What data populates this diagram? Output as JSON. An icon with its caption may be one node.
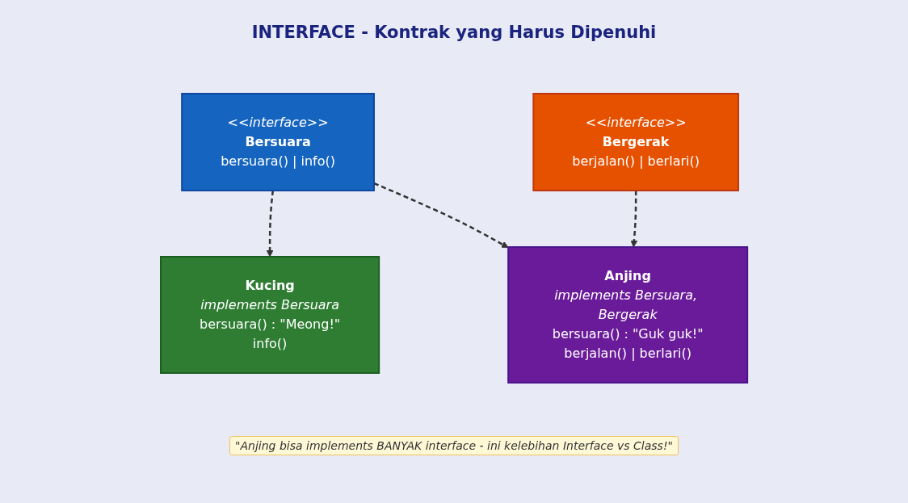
{
  "diagram": {
    "title": "INTERFACE - Kontrak yang Harus Dipenuhi",
    "nodes": [
      {
        "text": [
          "<<interface>>",
          "Bersuara",
          "bersuara() | info()"
        ]
      },
      {
        "text": [
          "<<interface>>",
          "Bergerak",
          "berjalan() | berlari()"
        ]
      },
      {
        "text": [
          "Kucing",
          "implements Bersuara",
          "bersuara() : \"Meong!\"",
          "info()"
        ]
      },
      {
        "text": [
          "Anjing",
          "implements Bersuara, Bergerak",
          "bersuara() : \"Guk guk!\"",
          "berjalan() | berlari()"
        ]
      }
    ],
    "edges": [
      {
        "from": 0,
        "to": 2,
        "arrow": "to",
        "style": "dashed"
      },
      {
        "from": 0,
        "to": 3,
        "arrow": "to",
        "style": "dashed"
      },
      {
        "from": 1,
        "to": 3,
        "arrow": "to",
        "style": "dashed"
      }
    ],
    "labels": [
      "\"Anjing bisa implements BANYAK interface - ini kelebihan Interface vs Class!\""
    ]
  }
}
